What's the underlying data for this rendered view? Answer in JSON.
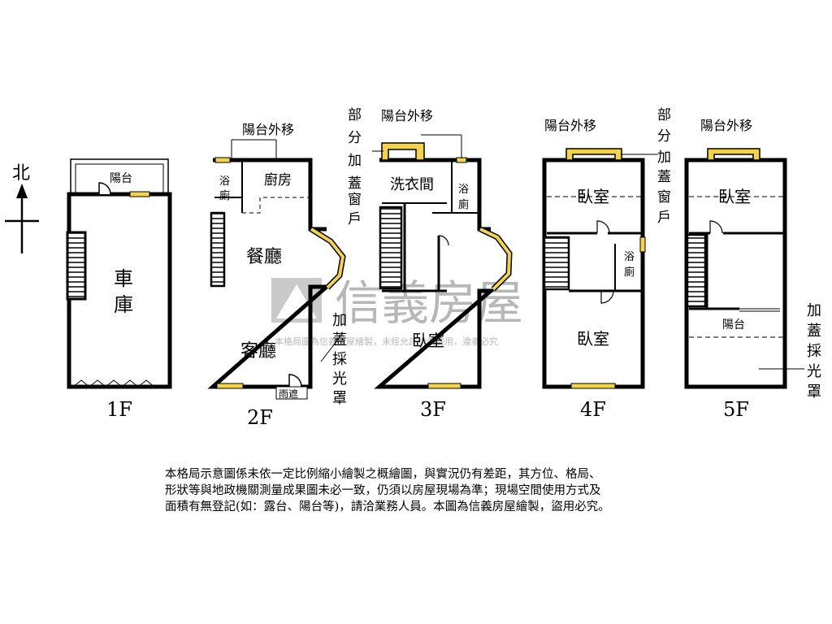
{
  "compass": {
    "label": "北"
  },
  "floors": [
    {
      "id": "1F",
      "label": "1F",
      "rooms": {
        "balcony": "陽台",
        "garage": "車庫"
      }
    },
    {
      "id": "2F",
      "label": "2F",
      "rooms": {
        "bath": "浴廁",
        "kitchen": "廚房",
        "dining": "餐廳",
        "living": "客廳",
        "rain_shelter": "雨遮"
      },
      "annotations": {
        "balcony_moved": "陽台外移",
        "skylight": "加蓋採光罩"
      }
    },
    {
      "id": "3F",
      "label": "3F",
      "rooms": {
        "laundry": "洗衣間",
        "bath": "浴廁",
        "bedroom": "臥室"
      },
      "annotations": {
        "balcony_moved": "陽台外移",
        "partial_window": "部分加蓋窗戶"
      }
    },
    {
      "id": "4F",
      "label": "4F",
      "rooms": {
        "bedroom_top": "臥室",
        "bath": "浴廁",
        "bedroom_bottom": "臥室"
      },
      "annotations": {
        "balcony_moved": "陽台外移",
        "partial_window": "部分加蓋窗戶"
      }
    },
    {
      "id": "5F",
      "label": "5F",
      "rooms": {
        "bedroom": "臥室",
        "balcony": "陽台"
      },
      "annotations": {
        "balcony_moved": "陽台外移",
        "skylight": "加蓋採光罩"
      }
    }
  ],
  "watermark": {
    "brand": "信義房屋",
    "notice": "本格局圖為信義房屋繪製，未經允許請勿盜用，違者必究"
  },
  "disclaimer": [
    "本格局示意圖係未依一定比例縮小繪製之概繪圖，與實況仍有差距，其方位、格局、",
    "形狀等與地政機關測量成果圖未必一致，仍須以房屋現場為準；現場空間使用方式及",
    "面積有無登記(如：露台、陽台等)，請洽業務人員。本圖為信義房屋繪製，盜用必究。"
  ]
}
